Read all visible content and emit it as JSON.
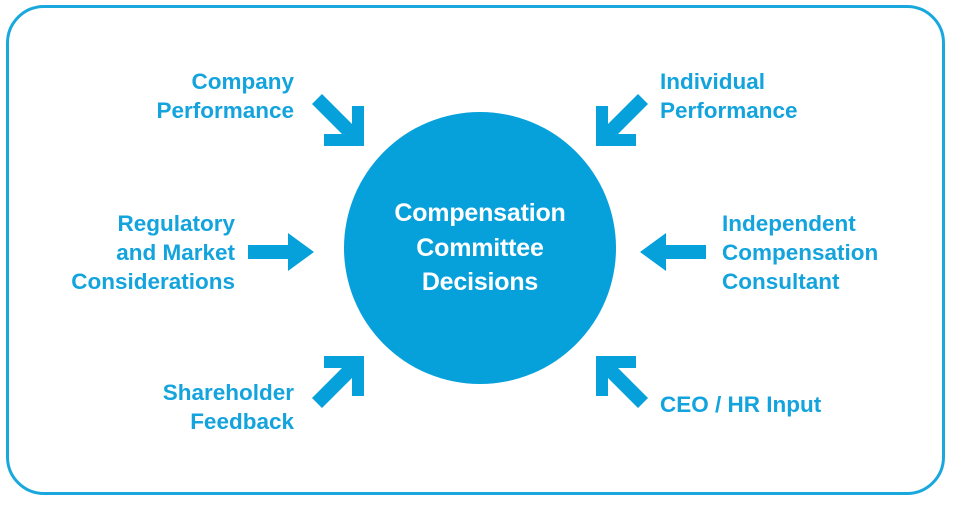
{
  "diagram": {
    "title": "Compensation Committee Decisions inputs diagram",
    "accent_color": "#06a0db",
    "label_color": "#13a3dd",
    "border_color": "#19a8de",
    "background_color": "#ffffff",
    "center": {
      "text": "Compensation\nCommittee\nDecisions",
      "text_color": "#ffffff"
    },
    "inputs": [
      {
        "id": "company-performance",
        "text": "Company\nPerformance",
        "position": "top-left",
        "arrow": "arrow-down-right-icon"
      },
      {
        "id": "individual-performance",
        "text": "Individual\nPerformance",
        "position": "top-right",
        "arrow": "arrow-down-left-icon"
      },
      {
        "id": "regulatory-and-market-considerations",
        "text": "Regulatory\nand Market\nConsiderations",
        "position": "middle-left",
        "arrow": "arrow-right-icon"
      },
      {
        "id": "independent-compensation-consultant",
        "text": "Independent\nCompensation\nConsultant",
        "position": "middle-right",
        "arrow": "arrow-left-icon"
      },
      {
        "id": "shareholder-feedback",
        "text": "Shareholder\nFeedback",
        "position": "bottom-left",
        "arrow": "arrow-up-right-icon"
      },
      {
        "id": "ceo-hr-input",
        "text": "CEO / HR Input",
        "position": "bottom-right",
        "arrow": "arrow-up-left-icon"
      }
    ]
  }
}
